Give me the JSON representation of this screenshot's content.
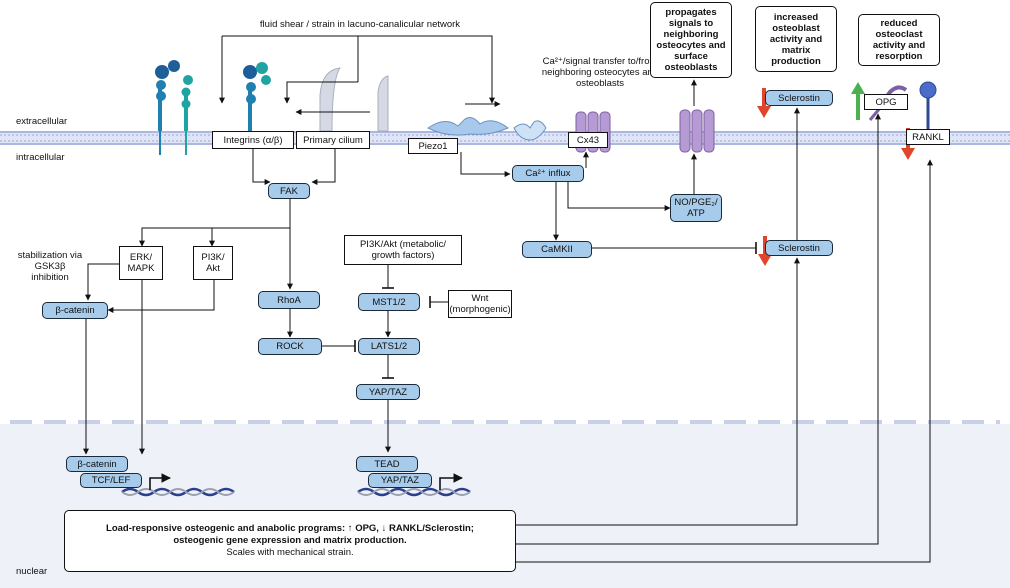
{
  "top_label": "fluid shear / strain in lacuno-canalicular network",
  "compartments": {
    "extracellular": "extracellular",
    "intracellular": "intracellular",
    "nuclear": "nuclear"
  },
  "membrane_proteins": {
    "integrins": "Integrins (α/β)",
    "cilium": "Primary cilium",
    "piezo": "Piezo1",
    "cx43": "Cx43",
    "ca_transfer": "Ca²⁺/signal transfer to/from neighboring osteocytes and osteoblasts"
  },
  "nodes": {
    "fak": "FAK",
    "ca_influx": "Ca²⁺ influx",
    "no_pge2": "NO/PGE₂/ ATP",
    "camkii": "CaMKII",
    "sclerostin_membrane": "Sclerostin",
    "sclerostin_mid": "Sclerostin",
    "opg": "OPG",
    "rankl": "RANKL",
    "erk": "ERK/ MAPK",
    "pi3k": "PI3K/ Akt",
    "stabilization": "stabilization via GSK3β inhibition",
    "beta_catenin": "β-catenin",
    "rhoa": "RhoA",
    "rock": "ROCK",
    "pi3k_metabolic": "PI3K/Akt (metabolic/ growth factors)",
    "mst": "MST1/2",
    "wnt": "Wnt (morphogenic)",
    "lats": "LATS1/2",
    "yaptaz": "YAP/TAZ",
    "nuc_beta_catenin": "β-catenin",
    "tcf_lef": "TCF/LEF",
    "tead": "TEAD",
    "nuc_yaptaz": "YAP/TAZ"
  },
  "callouts": {
    "propagates": "propagates signals to neighboring osteocytes and surface osteoblasts",
    "increased": "increased osteoblast activity and matrix production",
    "reduced": "reduced osteoclast activity and resorption"
  },
  "outcome": {
    "line1": "Load-responsive osteogenic and anabolic programs: ↑ OPG, ↓ RANKL/Sclerostin;",
    "line2": "osteogenic gene expression and matrix production.",
    "line3": "Scales with mechanical strain."
  },
  "colors": {
    "node_fill": "#a7cbeb",
    "membrane": "#b8c4e8",
    "decrease_arrow": "#e0452b",
    "increase_arrow": "#4caf50",
    "dna_dark": "#2b3f8f",
    "nuclear_fill": "#eef1f8",
    "channel": "#b59ad4",
    "piezo": "#a9c9ec",
    "integrin": "#1f7fb0",
    "cilium": "#c6cbd6"
  }
}
